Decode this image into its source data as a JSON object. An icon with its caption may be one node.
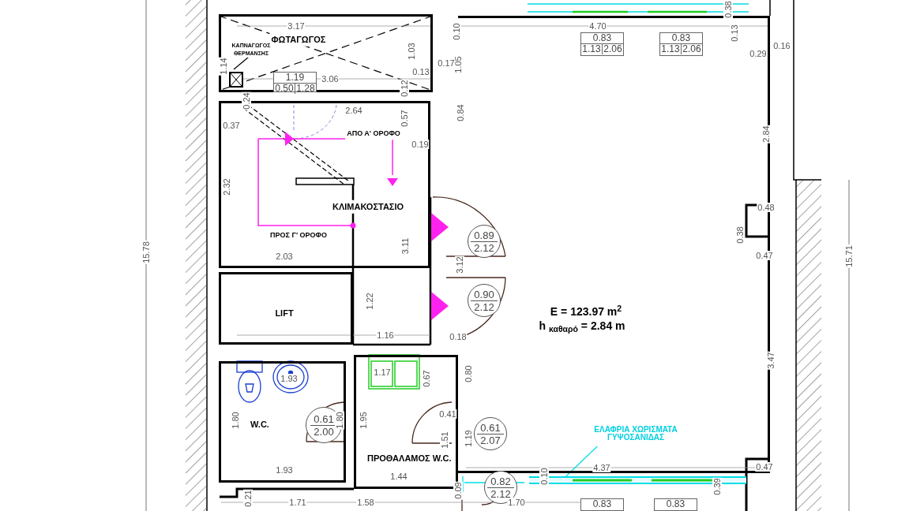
{
  "diagram": {
    "nodes": [
      {
        "text": [
          "ΦΩΤΑΓΩΓΟΣ"
        ]
      },
      {
        "text": [
          "ΚΑΠΝΑΓΩΓΟΣ ΘΕΡΜΑΝΣΗΣ"
        ],
        "in": 0
      },
      {
        "text": [],
        "shape": "box",
        "in": 0
      },
      {
        "text": [
          "1.19",
          "0.50",
          "1.28"
        ],
        "in": 0
      },
      {
        "text": [
          "ΑΠΟ Α' ΟΡΟΦΟ",
          "ΚΛΙΜΑΚΟΣΤΑΣΙΟ",
          "ΠΡΟΣ Γ' ΟΡΟΦΟ"
        ]
      },
      {
        "text": [
          "E = 123.97 m$^{2}$",
          "h $_{καθαρό}$ = 2.84 m"
        ]
      },
      {
        "text": [
          "0.83",
          "1.13",
          "2.06"
        ],
        "in": 5
      },
      {
        "text": [
          "0.83",
          "1.13",
          "2.06"
        ],
        "in": 5
      },
      {
        "text": [
          "0.89",
          "2.12"
        ],
        "in": 5
      },
      {
        "text": [
          "0.90",
          "2.12"
        ],
        "in": 5
      },
      {
        "text": [
          "LIFT"
        ]
      },
      {
        "text": [
          "W.C."
        ]
      },
      {
        "text": [
          "0.61",
          "2.00"
        ],
        "in": 11
      },
      {
        "text": [
          "ΠΡΟΘΑΛΑΜΟΣ W.C."
        ]
      },
      {
        "text": [
          "0.61",
          "2.07"
        ],
        "in": 5
      },
      {
        "text": [
          "ΕΛΑΦΡΙΑ ΧΩΡΙΣΜΑΤΑ ΓΥΨΟΣΑΝΙΔΑΣ"
        ],
        "in": 5
      },
      {
        "text": [],
        "shape": "bar"
      },
      {
        "text": [
          "0.82",
          "2.12"
        ]
      },
      {
        "text": [
          "0.83"
        ]
      },
      {
        "text": [
          "0.83"
        ]
      }
    ],
    "edges": [
      {
        "from": 1,
        "to": 2,
        "arrow": "none"
      },
      {
        "from": 15,
        "to": 16,
        "arrow": "none",
        "color": "#00dde6"
      }
    ],
    "labels": [
      "3.17",
      "0.10",
      "4.70",
      "0.38",
      "0.13",
      "0.29",
      "0.16",
      "1.14",
      "1.03",
      "1.05",
      "0.17",
      "3.06",
      "0.13",
      "0.12",
      "0.24",
      "2.64",
      "0.37",
      "0.57",
      "0.84",
      "0.19",
      "2.84",
      "2.32",
      "0.48",
      "0.38",
      "3.11",
      "2.03",
      "0.47",
      "3.12",
      "15.78",
      "15.71",
      "1.22",
      "1.16",
      "0.18",
      "3.47",
      "1.93",
      "1.17",
      "0.67",
      "0.80",
      "0.41",
      "1.80",
      "1.80",
      "1.95",
      "1.51",
      "1.19",
      "4.37",
      "0.47",
      "0.10",
      "0.39",
      "1.93",
      "1.44",
      "0.09",
      "0.21",
      "1.71",
      "1.58",
      "1.70"
    ]
  }
}
